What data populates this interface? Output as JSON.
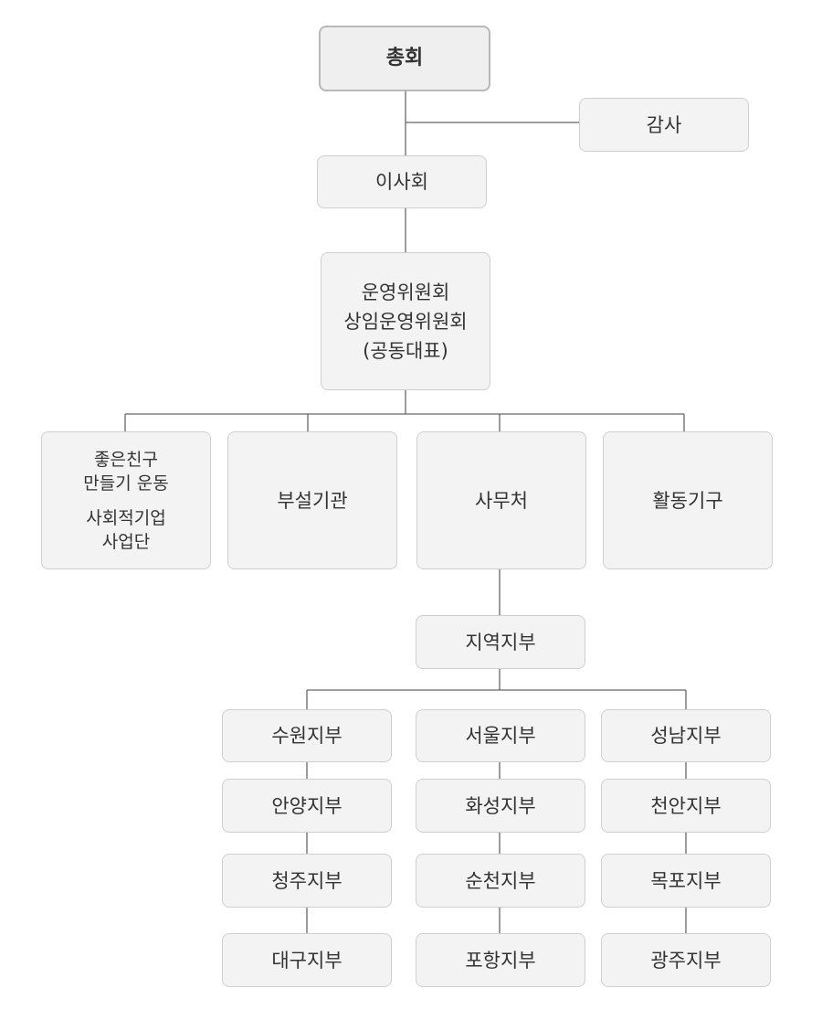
{
  "nodes": {
    "general_assembly": "총회",
    "audit": "감사",
    "board": "이사회",
    "committee": [
      "운영위원회",
      "상임운영위원회",
      "(공동대표)"
    ],
    "social_enterprise": [
      "좋은친구",
      "만들기 운동",
      "사회적기업",
      "사업단"
    ],
    "affiliated": "부설기관",
    "secretariat": "사무처",
    "activity": "활동기구",
    "regional": "지역지부",
    "branches": {
      "col1": [
        "수원지부",
        "안양지부",
        "청주지부",
        "대구지부"
      ],
      "col2": [
        "서울지부",
        "화성지부",
        "순천지부",
        "포항지부"
      ],
      "col3": [
        "성남지부",
        "천안지부",
        "목포지부",
        "광주지부"
      ]
    }
  },
  "colors": {
    "box_fill": "#f3f3f3",
    "box_border": "#cfcfcf",
    "line": "#666666"
  }
}
